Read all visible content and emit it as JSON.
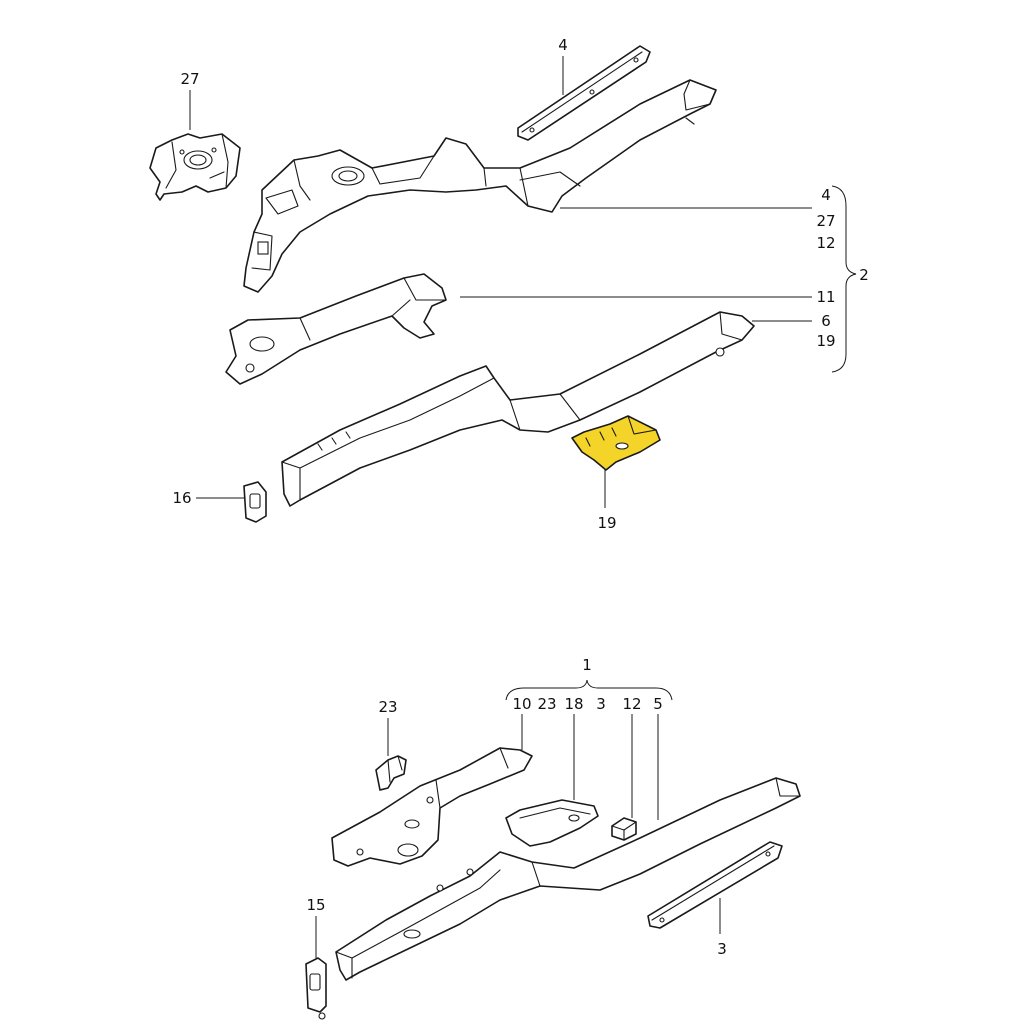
{
  "highlight_color": "#f5d42a",
  "callouts": {
    "c27": "27",
    "c4_top": "4",
    "g2_4": "4",
    "g2_27": "27",
    "g2_12": "12",
    "g2_group": "2",
    "c11": "11",
    "g2_6": "6",
    "g2_19": "19",
    "c16": "16",
    "c19": "19",
    "g1_group": "1",
    "g1_10": "10",
    "g1_23": "23",
    "g1_18": "18",
    "g1_3": "3",
    "g1_12": "12",
    "g1_5": "5",
    "c23": "23",
    "c15": "15",
    "c3": "3"
  }
}
